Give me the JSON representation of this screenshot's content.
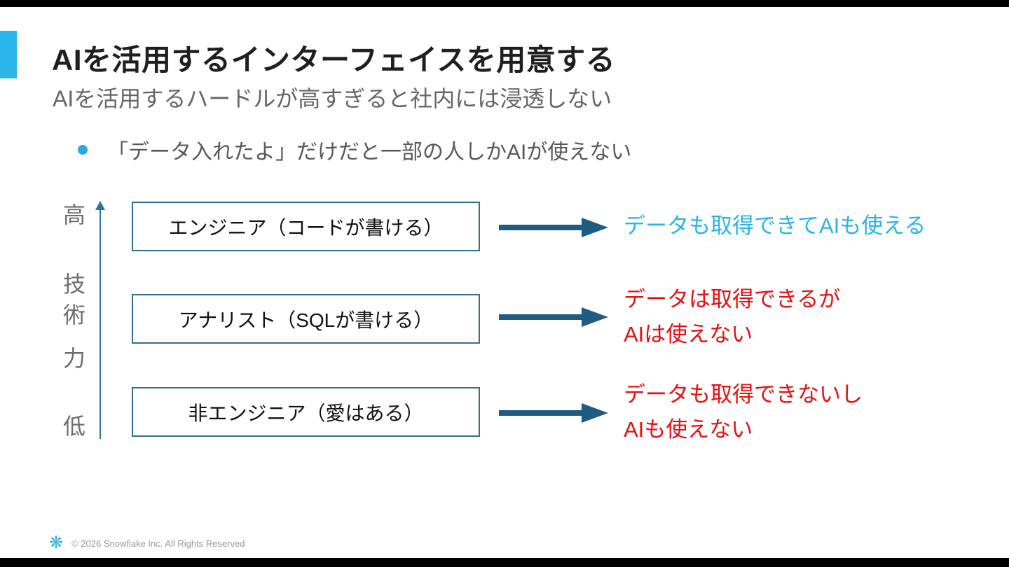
{
  "slide": {
    "title": "AIを活用するインターフェイスを用意する",
    "subtitle": "AIを活用するハードルが高すぎると社内には浸透しない",
    "bullet": "「データ入れたよ」だけだと一部の人しかAIが使えない"
  },
  "diagram": {
    "axis": {
      "high_label": "高",
      "middle_chars": [
        "技",
        "術",
        "力"
      ],
      "low_label": "低"
    },
    "rows": [
      {
        "box_label": "エンジニア（コードが書ける）",
        "result_lines": [
          "データも取得できてAIも使える"
        ],
        "result_color": "#29b5e8"
      },
      {
        "box_label": "アナリスト（SQLが書ける）",
        "result_lines": [
          "データは取得できるが",
          "AIは使えない"
        ],
        "result_color": "#e8100f"
      },
      {
        "box_label": "非エンジニア（愛はある）",
        "result_lines": [
          "データも取得できないし",
          "AIも使えない"
        ],
        "result_color": "#e8100f"
      }
    ]
  },
  "footer": {
    "logo_icon": "snowflake-logo",
    "logo_glyph": "❋",
    "copyright": "© 2026 Snowflake Inc. All Rights Reserved"
  },
  "colors": {
    "accent_blue": "#29b5e8",
    "arrow_dark_blue": "#1f5c82",
    "box_border_blue": "#31708f",
    "result_red": "#e8100f",
    "subtitle_gray": "#666666",
    "axis_gray": "#6e6e6e",
    "footer_gray": "#999999",
    "letterbox_black": "#000000"
  }
}
